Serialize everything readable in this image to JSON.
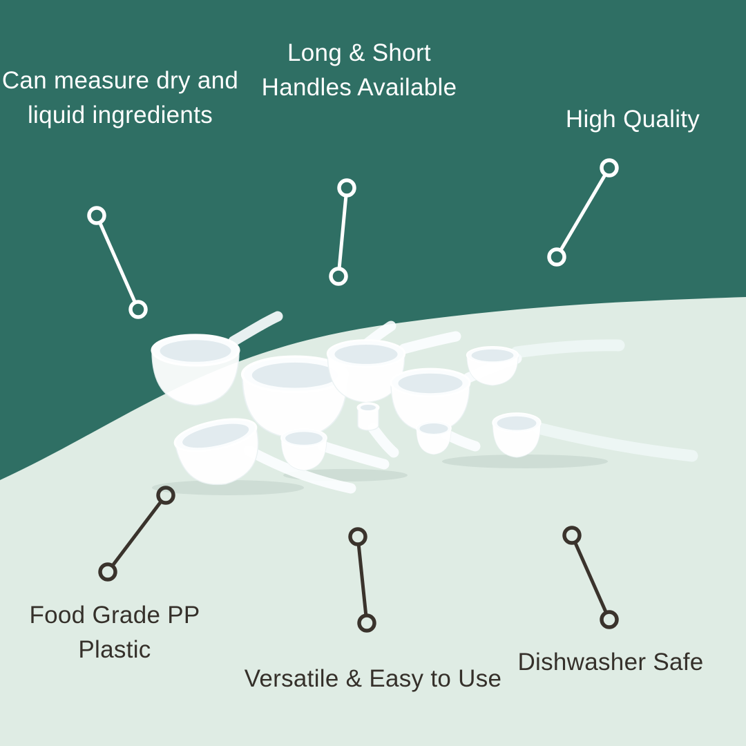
{
  "colors": {
    "teal_background": "#2f6f64",
    "mint_background": "#dfece4",
    "light_text": "#ffffff",
    "dark_text": "#35302a",
    "dark_connector": "#3a332c"
  },
  "callouts": {
    "top_left": "Can measure dry and liquid ingredients",
    "top_center": "Long & Short Handles Available",
    "top_right": "High Quality",
    "bottom_left": "Food Grade PP Plastic",
    "bottom_center": "Versatile & Easy to Use",
    "bottom_right": "Dishwasher Safe"
  },
  "product": {
    "alt": "Set of white plastic measuring scoops and spoons with long and short handles"
  }
}
